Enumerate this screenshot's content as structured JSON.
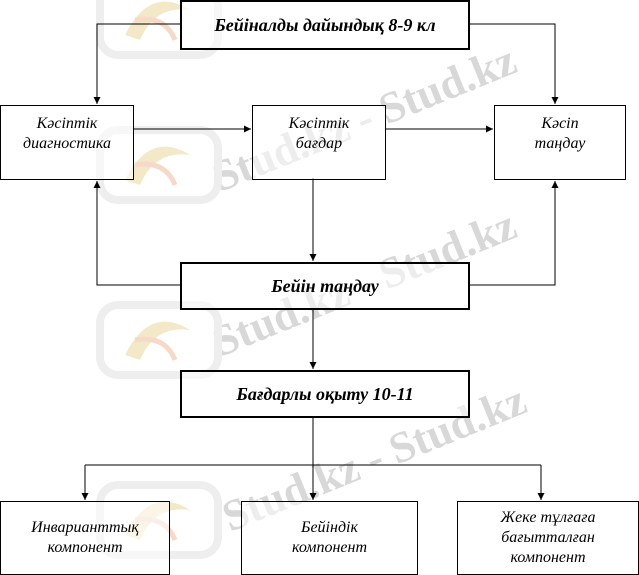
{
  "watermark": {
    "text": "Stud.kz - Stud.kz"
  },
  "nodes": {
    "preprofile": "Бейіналды дайындық 8-9 кл",
    "diagnostics": "Кәсіптік\nдиагностика",
    "orientation": "Кәсіптік\nбағдар",
    "career_choice": "Кәсіп\nтаңдау",
    "profile_choice": "Бейін таңдау",
    "profile_training": "Бағдарлы оқыту 10-11",
    "invariant": "Инварианттық\nкомпонент",
    "profile_component": "Бейіндік\nкомпонент",
    "personal": "Жеке тұлғаға\nбағытталған\nкомпонент"
  }
}
